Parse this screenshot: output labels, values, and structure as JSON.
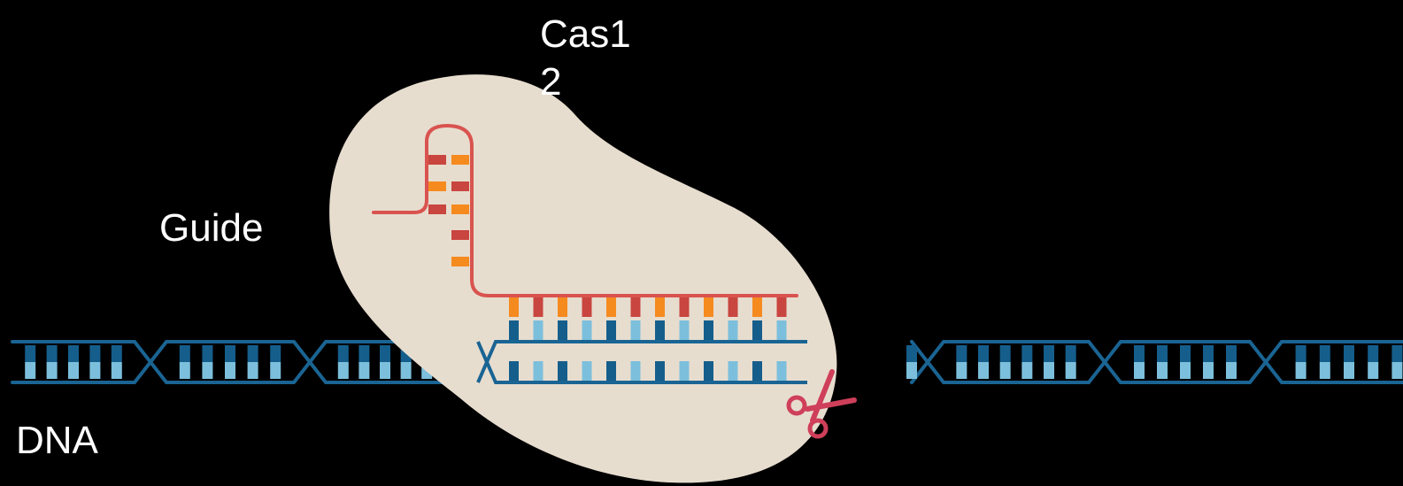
{
  "labels": {
    "protein": "Cas12",
    "guide": "Guide",
    "dna": "DNA"
  },
  "colors": {
    "background": "#000000",
    "protein_body": "#e7ddcf",
    "dna_backbone": "#1a6493",
    "dna_dark_base": "#155e8c",
    "dna_light_base": "#7cbfdc",
    "rna_strand": "#d9534f",
    "rna_dark_base": "#c9453f",
    "rna_orange_base": "#f58a1f",
    "scissors": "#cf3f5a",
    "label_text": "#ffffff"
  },
  "icons": {
    "cutter": "scissors-icon"
  }
}
